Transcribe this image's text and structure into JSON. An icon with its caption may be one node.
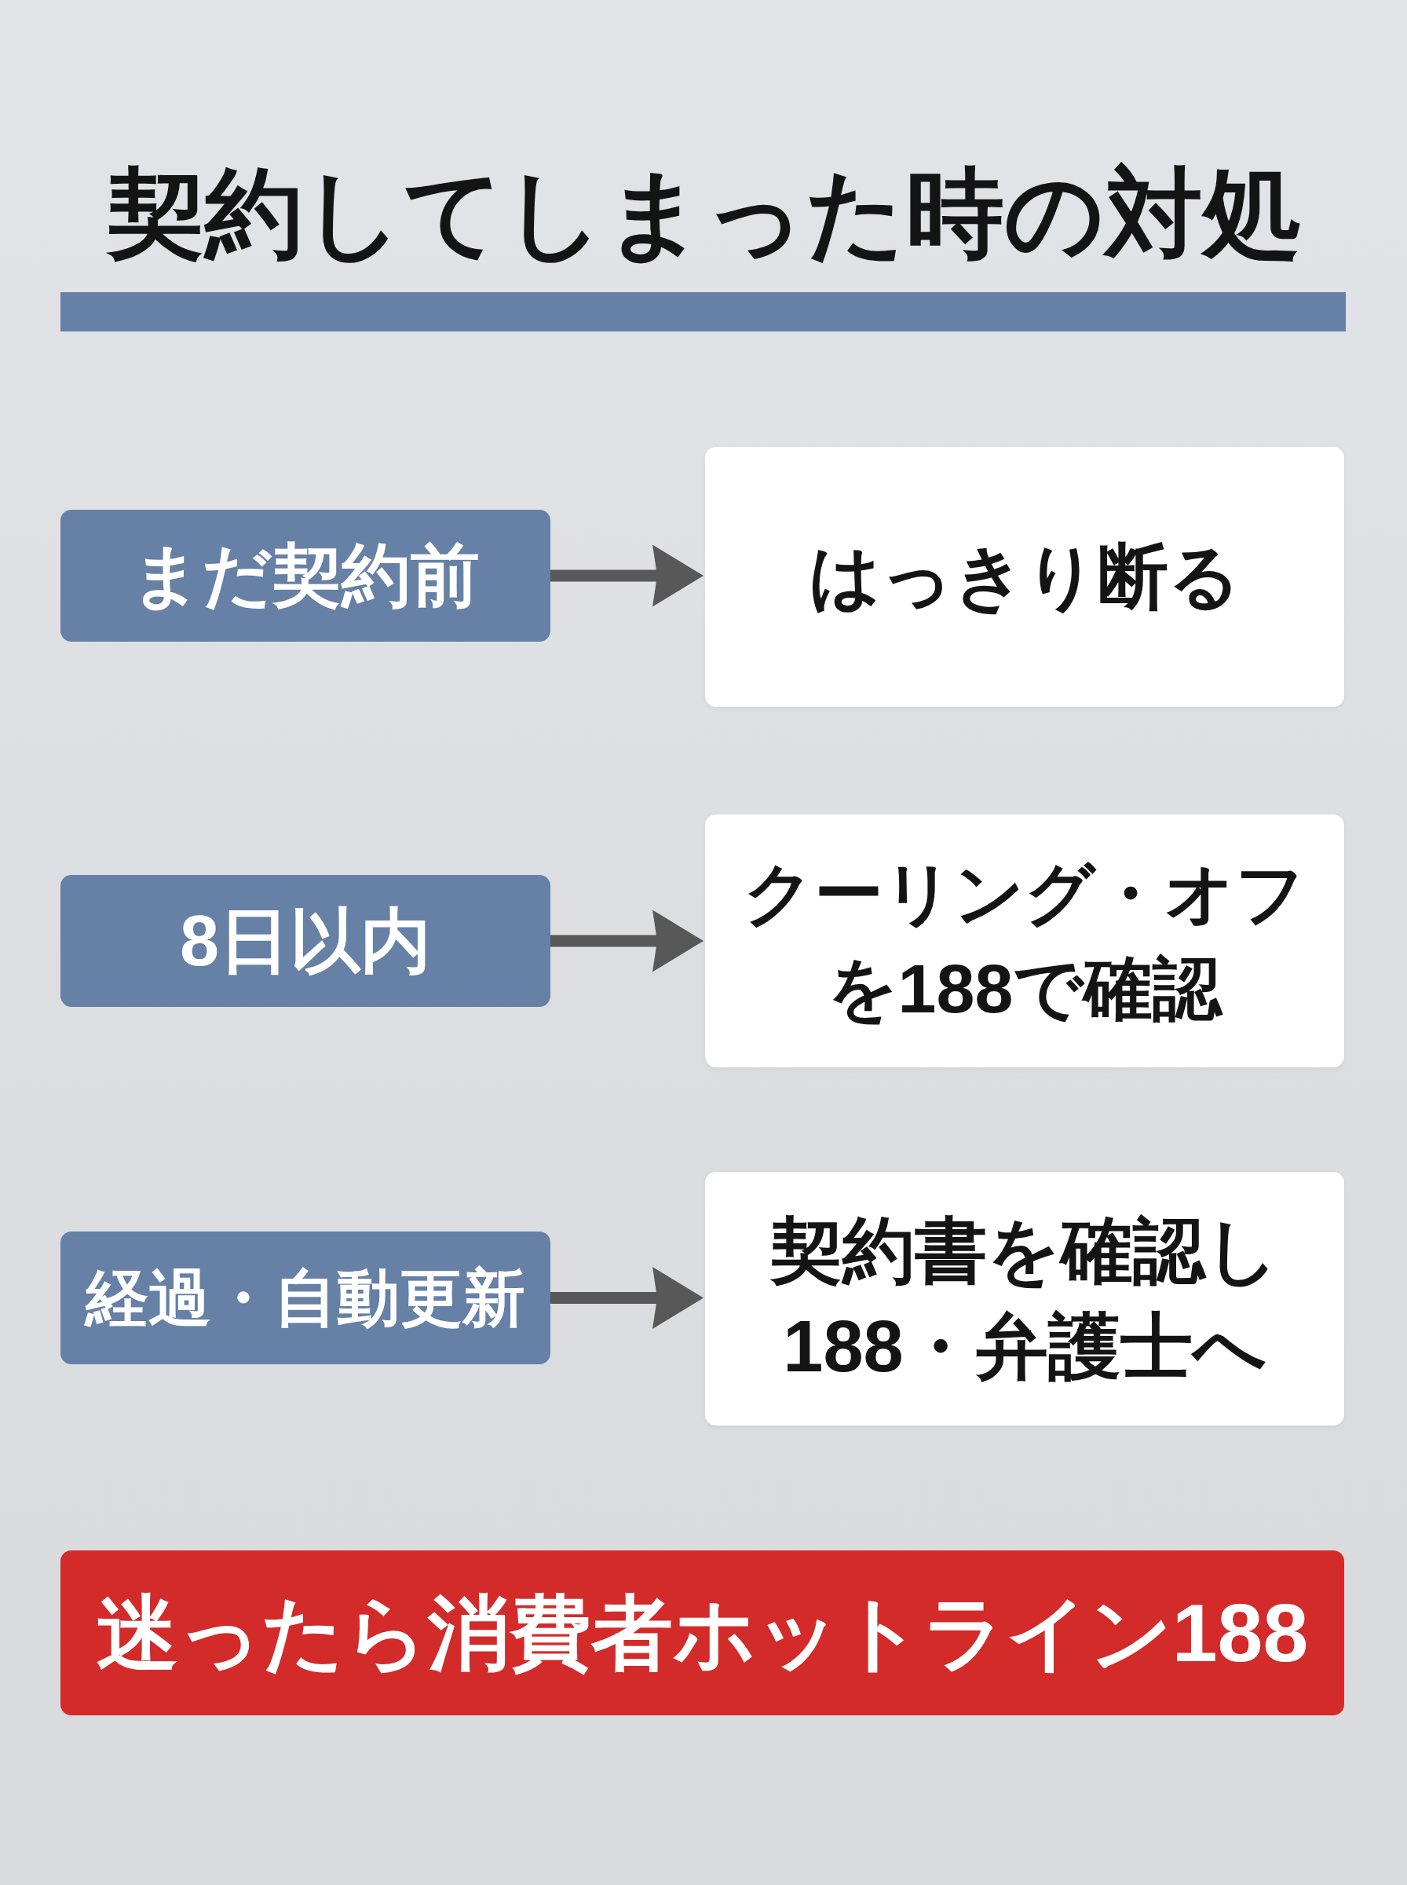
{
  "diagram": {
    "title": "契約してしまった時の対処",
    "nodes": [
      {
        "text": [],
        "shape": "bar"
      },
      {
        "text": [
          "まだ契約前"
        ]
      },
      {
        "text": [
          "はっきり断る"
        ]
      },
      {
        "text": [
          "8日以内"
        ]
      },
      {
        "text": [
          "クーリング・オフを188で確認"
        ]
      },
      {
        "text": [
          "経過・自動更新"
        ]
      },
      {
        "text": [
          "契約書を確認し188・弁護士へ"
        ]
      },
      {
        "text": [
          "迷ったら消費者ホットライン188"
        ]
      }
    ],
    "edges": [
      {
        "from": 1,
        "to": 2,
        "arrow": "to"
      },
      {
        "from": 3,
        "to": 4,
        "arrow": "to"
      },
      {
        "from": 5,
        "to": 6,
        "arrow": "to"
      }
    ]
  }
}
